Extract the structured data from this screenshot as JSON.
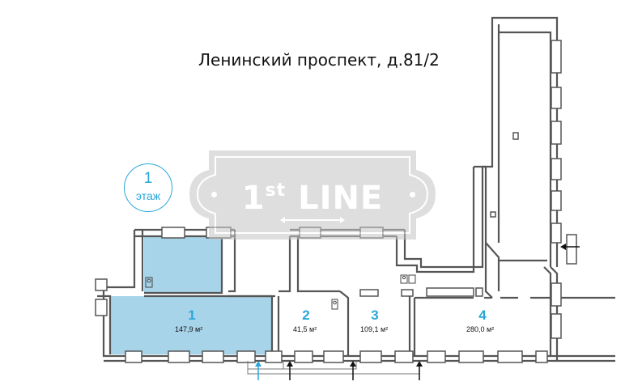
{
  "title": "Ленинский проспект, д.81/2",
  "floor": {
    "number": "1",
    "label": "этаж"
  },
  "watermark": {
    "brand": "1st LINE",
    "main": "1",
    "superscript": "st",
    "rest": "LINE"
  },
  "rooms": [
    {
      "number": "1",
      "area": "147,9 м²",
      "highlighted": true
    },
    {
      "number": "2",
      "area": "41,5 м²",
      "highlighted": false
    },
    {
      "number": "3",
      "area": "109,1 м²",
      "highlighted": false
    },
    {
      "number": "4",
      "area": "280,0 м²",
      "highlighted": false
    }
  ],
  "colors": {
    "accent": "#2aa7d8",
    "room_fill": "#a8d4ea",
    "wall": "#555555",
    "watermark": "#cccccc"
  },
  "icons": [
    "entrance-arrow-icon",
    "wc-icon",
    "floor-circle-badge"
  ]
}
